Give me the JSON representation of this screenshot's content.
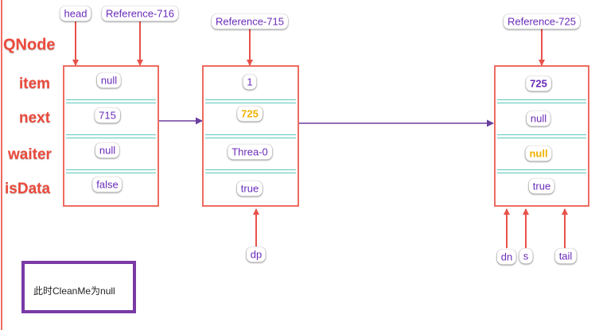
{
  "type_label": "QNode",
  "fields": [
    "item",
    "next",
    "waiter",
    "isData"
  ],
  "nodes": [
    {
      "ref": "Reference-716",
      "item": "null",
      "next": "715",
      "waiter": "null",
      "isData": "false"
    },
    {
      "ref": "Reference-715",
      "item": "1",
      "next": "725",
      "waiter": "Threa-0",
      "isData": "true"
    },
    {
      "ref": "Reference-725",
      "item": "725",
      "next": "null",
      "waiter": "null",
      "isData": "true"
    }
  ],
  "pointers": {
    "head": "head",
    "dp": "dp",
    "dn": "dn",
    "s": "s",
    "tail": "tail"
  },
  "note": "此时CleanMe为null",
  "colors": {
    "arrow_red": "#e8524a",
    "arrow_purple": "#6b3fa0",
    "node_border": "#ef6b62",
    "label_red": "#ec4a3c",
    "pill_text": "#6a2bb8",
    "highlight": "#f2b100"
  }
}
